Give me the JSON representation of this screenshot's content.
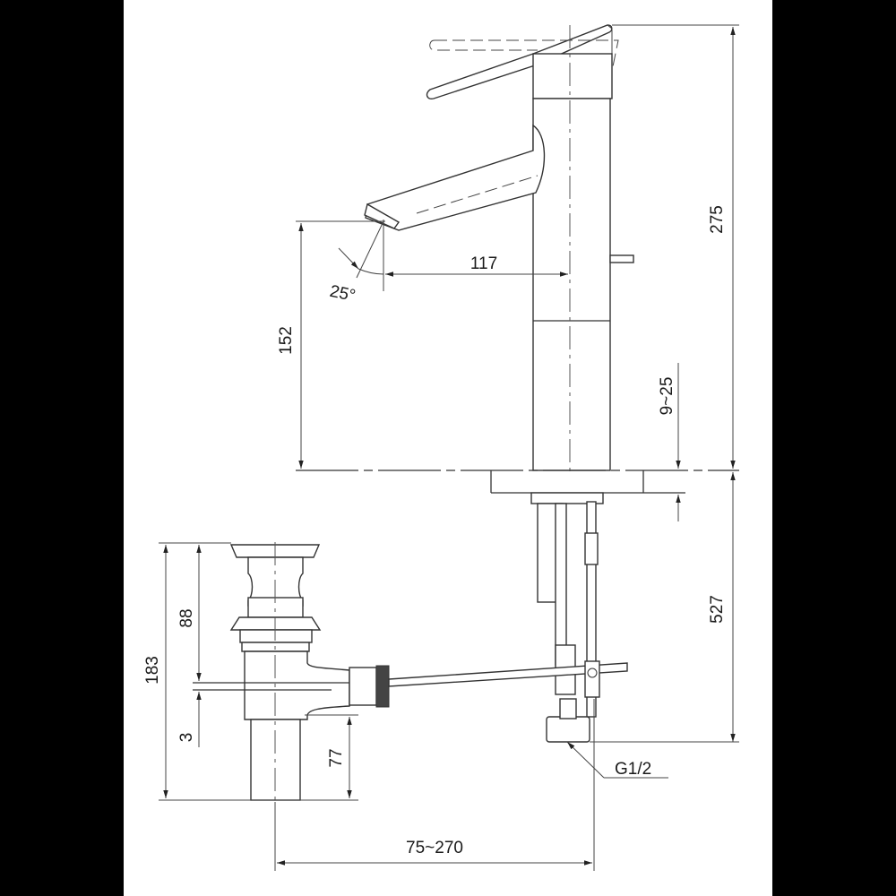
{
  "drawing": {
    "title": "Single lever basin mixer with pop-up waste — dimension drawing",
    "background": "#ffffff",
    "letterbox_color": "#000000",
    "line_color": "#333333"
  },
  "dimensions": {
    "total_height": "275",
    "spout_height": "152",
    "spout_reach": "117",
    "spout_angle": "25°",
    "counter_thickness": "9~25",
    "supply_hose_length": "527",
    "waste_total_height": "183",
    "waste_top_height": "88",
    "waste_overflow_gap": "3",
    "waste_tail_height": "77",
    "rod_distance": "75~270",
    "connection_thread": "G1/2"
  }
}
